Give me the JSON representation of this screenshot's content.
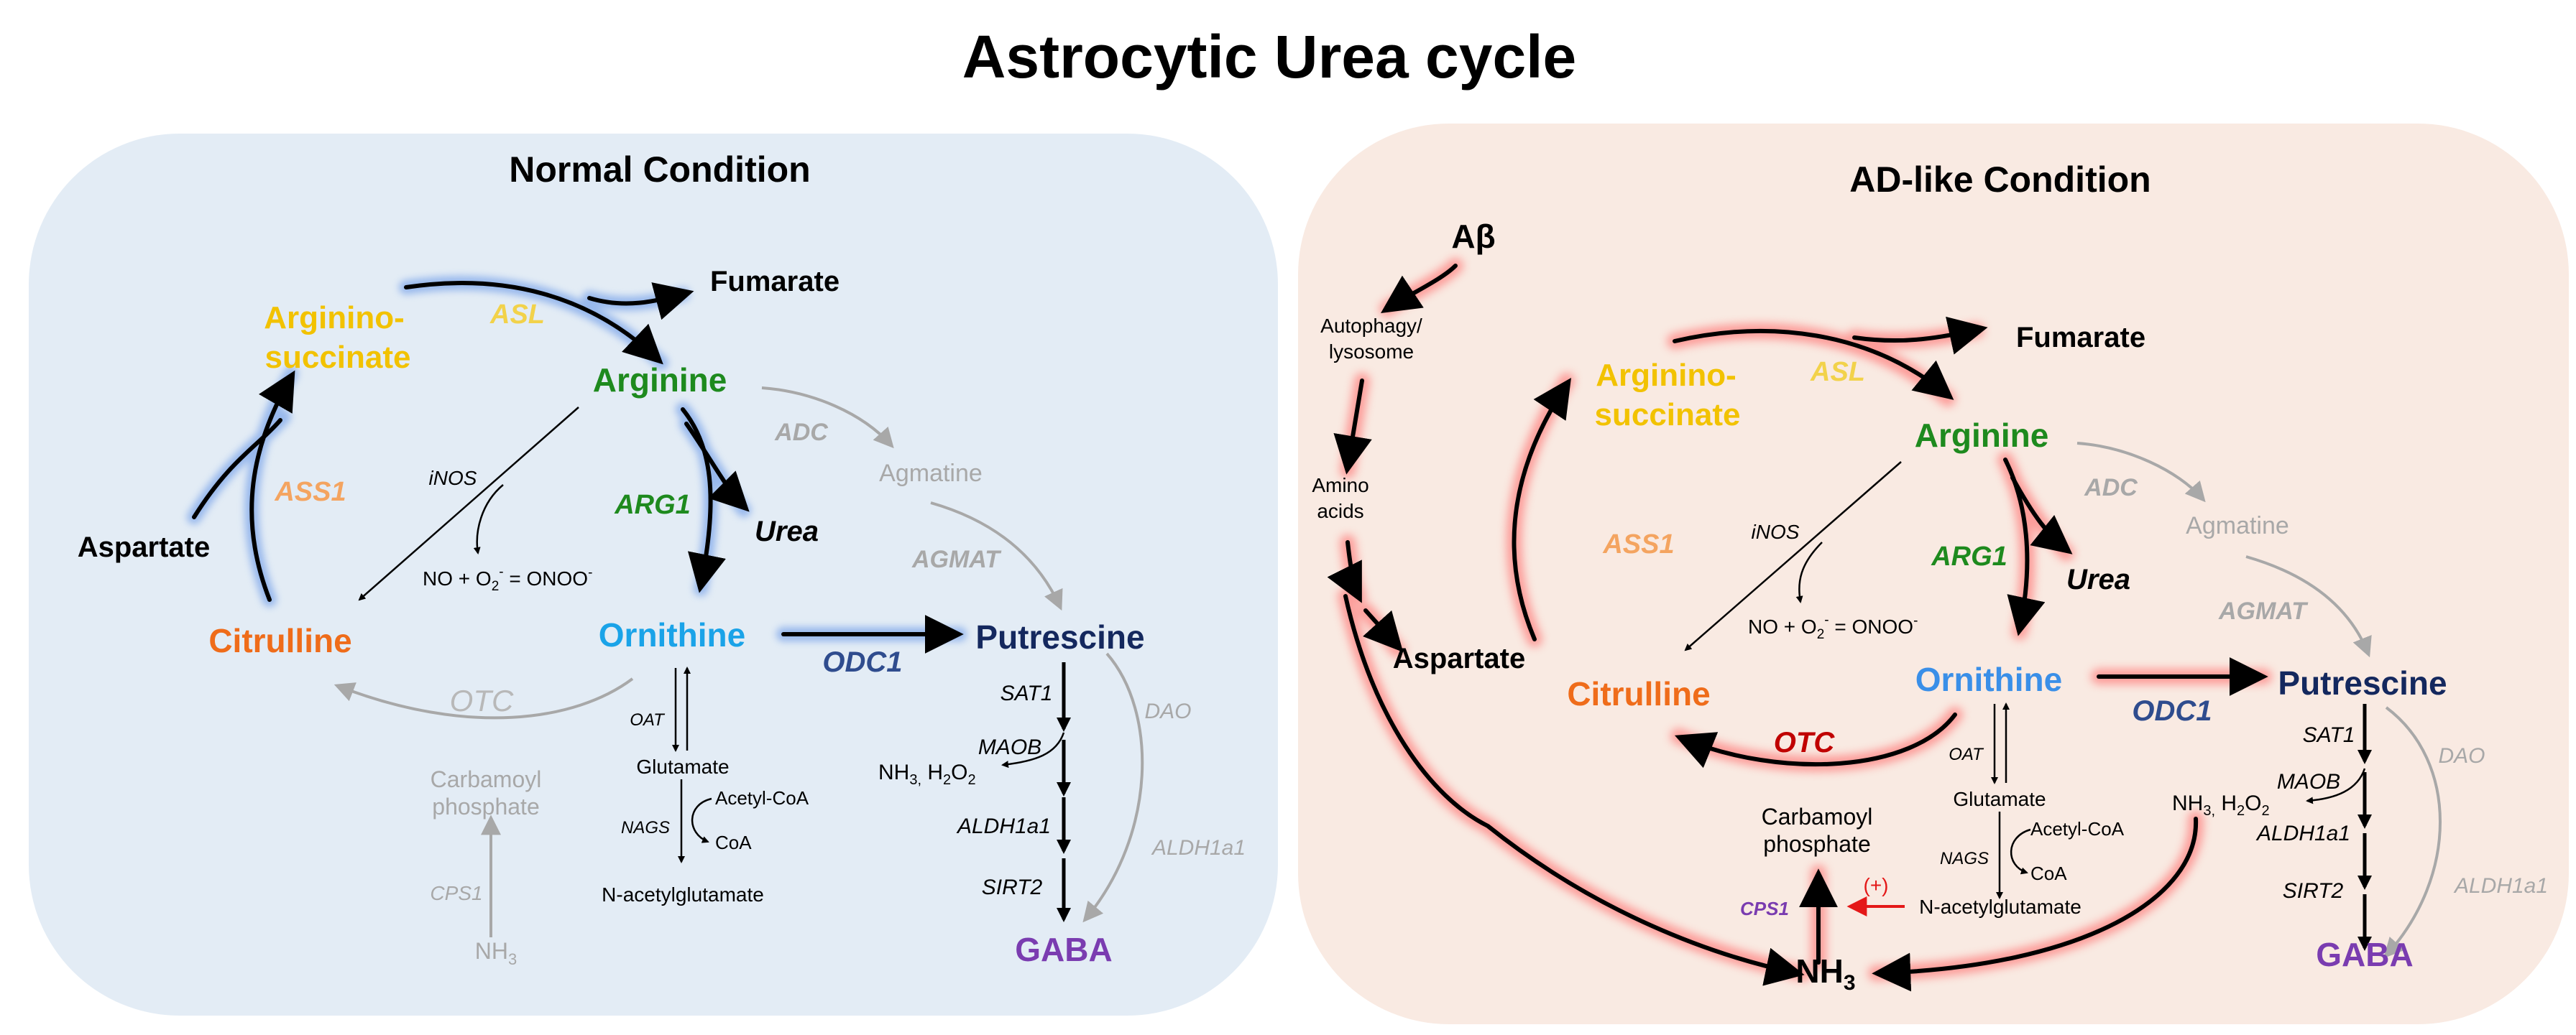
{
  "title": "Astrocytic Urea cycle",
  "colors": {
    "normal_bg": "#e3ecf5",
    "ad_bg": "#f9eae2",
    "blue_glow": "#5b8fe6",
    "red_glow": "#ff6b6b",
    "yellow": "#f2c200",
    "orange_enzyme": "#f4a460",
    "orange": "#ef6c1a",
    "green": "#1e8a1e",
    "cyan": "#1aa3e8",
    "navy": "#14285e",
    "enzyme_blue": "#2f4c8e",
    "purple": "#7a3cb0",
    "gray": "#a8a8a8",
    "red_text": "#c00000",
    "red_arrow": "#e41818"
  },
  "normal": {
    "heading": "Normal Condition",
    "argininosuccinate_1": "Arginino-",
    "argininosuccinate_2": "succinate",
    "fumarate": "Fumarate",
    "asl": "ASL",
    "arginine": "Arginine",
    "adc": "ADC",
    "agmatine": "Agmatine",
    "agmat": "AGMAT",
    "inos": "iNOS",
    "ass1": "ASS1",
    "arg1": "ARG1",
    "urea": "Urea",
    "aspartate": "Aspartate",
    "citrulline": "Citrulline",
    "ornithine": "Ornithine",
    "odc1": "ODC1",
    "putrescine": "Putrescine",
    "otc": "OTC",
    "oat": "OAT",
    "glutamate": "Glutamate",
    "acetyl_coa": "Acetyl-CoA",
    "nags": "NAGS",
    "coa": "CoA",
    "n_acetylglutamate": "N-acetylglutamate",
    "carbamoyl_1": "Carbamoyl",
    "carbamoyl_2": "phosphate",
    "cps1": "CPS1",
    "nh3": "NH",
    "nh3_sub": "3",
    "sat1": "SAT1",
    "maob": "MAOB",
    "nh3_h2o2": "NH3, H2O2",
    "aldh1a1": "ALDH1a1",
    "sirt2": "SIRT2",
    "dao": "DAO",
    "aldh1a1_side": "ALDH1a1",
    "gaba": "GABA",
    "no_o2": "NO + O2- = ONOO-"
  },
  "ad": {
    "heading": "AD-like Condition",
    "abeta": "Aβ",
    "autophagy_1": "Autophagy/",
    "autophagy_2": "lysosome",
    "amino_1": "Amino",
    "amino_2": "acids",
    "argininosuccinate_1": "Arginino-",
    "argininosuccinate_2": "succinate",
    "fumarate": "Fumarate",
    "asl": "ASL",
    "arginine": "Arginine",
    "adc": "ADC",
    "agmatine": "Agmatine",
    "agmat": "AGMAT",
    "inos": "iNOS",
    "ass1": "ASS1",
    "arg1": "ARG1",
    "urea": "Urea",
    "aspartate": "Aspartate",
    "citrulline": "Citrulline",
    "ornithine": "Ornithine",
    "odc1": "ODC1",
    "putrescine": "Putrescine",
    "otc": "OTC",
    "oat": "OAT",
    "glutamate": "Glutamate",
    "acetyl_coa": "Acetyl-CoA",
    "nags": "NAGS",
    "coa": "CoA",
    "n_acetylglutamate": "N-acetylglutamate",
    "carbamoyl_1": "Carbamoyl",
    "carbamoyl_2": "phosphate",
    "cps1": "CPS1",
    "plus": "(+)",
    "nh3": "NH",
    "nh3_sub": "3",
    "sat1": "SAT1",
    "maob": "MAOB",
    "nh3_h2o2": "NH3, H2O2",
    "aldh1a1": "ALDH1a1",
    "sirt2": "SIRT2",
    "dao": "DAO",
    "aldh1a1_side": "ALDH1a1",
    "gaba": "GABA",
    "no_o2": "NO + O2- = ONOO-"
  }
}
